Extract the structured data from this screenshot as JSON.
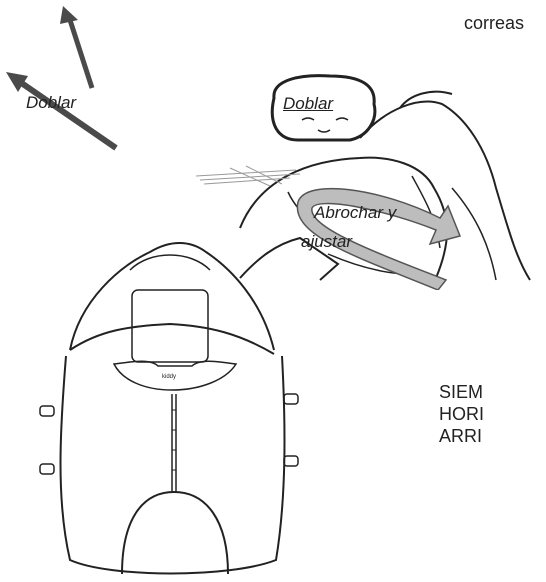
{
  "labels": {
    "correas": "correas",
    "doblar_left": "Doblar",
    "doblar_baby": "Doblar",
    "abrochar_line1": "Abrochar y",
    "abrochar_line2": "ajustar",
    "siempre_line1": "SIEMPRE",
    "siempre_line2": "HORIZONTAL",
    "siempre_line3": "ARRIBA",
    "brand_tag": "kiddy"
  },
  "colors": {
    "arrow_dark": "#4a4a4a",
    "arrow_grey": "#bdbdbd",
    "line": "#222222"
  },
  "icons": [
    "arrow-up-icon",
    "arrow-up-left-icon",
    "curved-arrow-icon",
    "baby-face-icon"
  ]
}
